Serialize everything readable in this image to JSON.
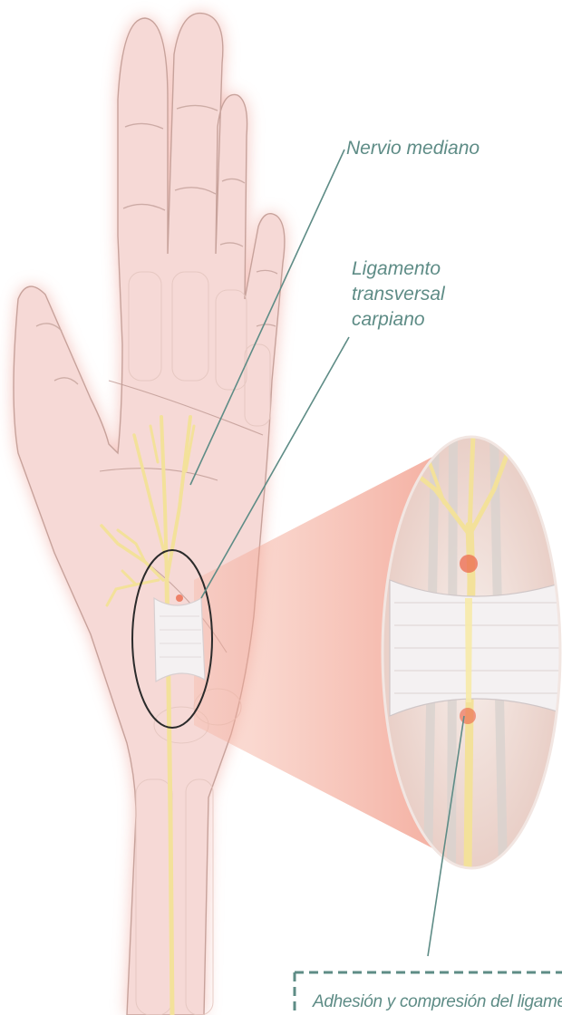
{
  "labels": {
    "nerve": "Nervio mediano",
    "ligament": [
      "Ligamento",
      "transversal",
      "carpiano"
    ],
    "adhesion": "Adhesión y compresión del ligamento"
  },
  "colors": {
    "skin": "#f6d9d6",
    "skin_glow": "#f0a79e",
    "skin_outline": "#c7a29b",
    "nerve": "#f3e19a",
    "ligament": "#f4f1f2",
    "leader_line": "#5e8c86",
    "magnifier_ring": "#2b2b2b",
    "zoom_cone": "#ec6a4e",
    "text": "#5e8c86"
  }
}
